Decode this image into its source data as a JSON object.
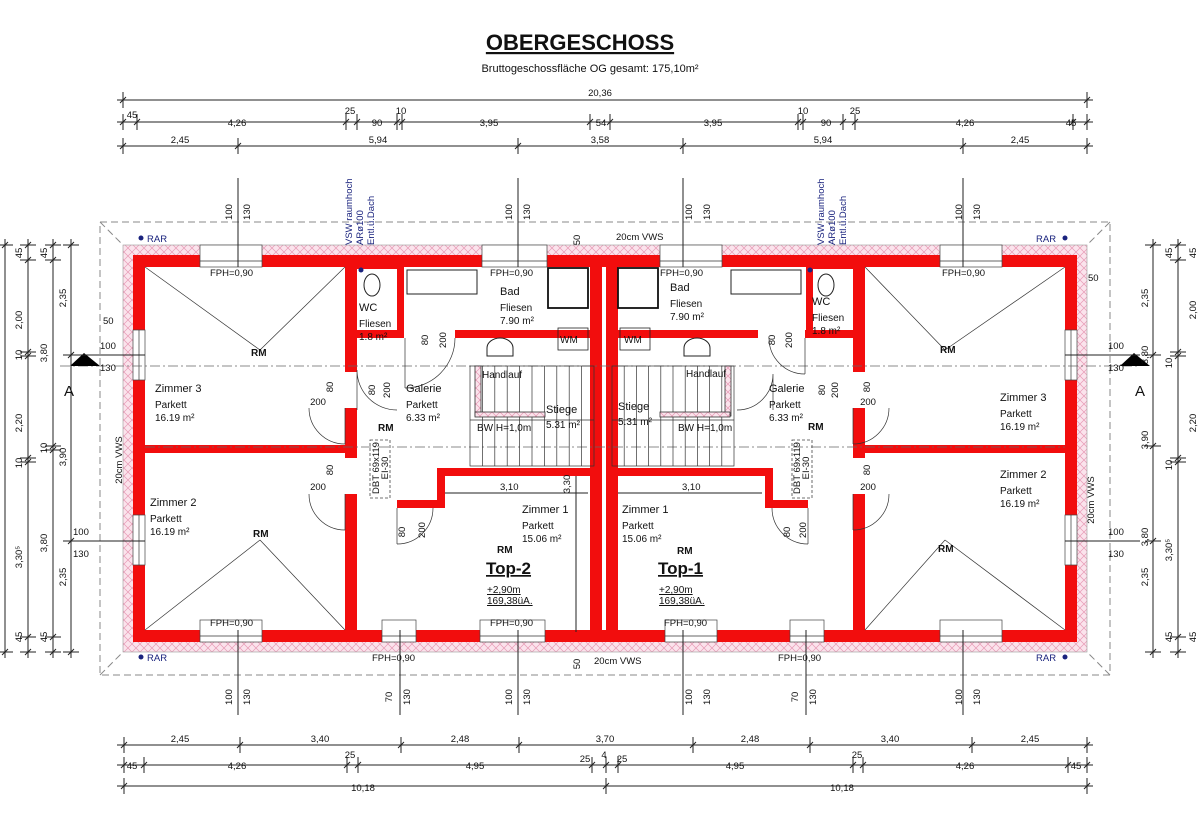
{
  "title": "OBERGESCHOSS",
  "subtitle": "Bruttogeschossfläche OG gesamt: 175,10m²",
  "colors": {
    "wall": "#f20d0d",
    "insulation": "#f4c6d6",
    "annotation": "#1a237e"
  },
  "dimensions": {
    "top_total": "20,36",
    "top_row2": [
      "45",
      "4,26",
      "25",
      "90",
      "10",
      "3,95",
      "54",
      "3,95",
      "10",
      "90",
      "25",
      "4,26",
      "45"
    ],
    "top_row3": [
      "2,45",
      "5,94",
      "3,58",
      "5,94",
      "2,45"
    ],
    "bottom_row1": [
      "2,45",
      "3,40",
      "2,48",
      "3,70",
      "2,48",
      "3,40",
      "2,45"
    ],
    "bottom_row2": [
      "45",
      "4,26",
      "25",
      "4,95",
      "25",
      "4",
      "25",
      "4,95",
      "25",
      "4,26",
      "45"
    ],
    "bottom_row3": [
      "10,18",
      "10,18"
    ],
    "left_a": [
      "45",
      "2,00",
      "10",
      "2,20",
      "10",
      "3,30⁵",
      "45"
    ],
    "left_b": [
      "45",
      "3,80",
      "10",
      "3,80",
      "45"
    ],
    "left_c": [
      "2,35",
      "3,90",
      "2,35"
    ],
    "right_c": [
      "2,35",
      "3,80",
      "3,90",
      "3,80",
      "2,35"
    ],
    "right_b_inner": [
      "45",
      "10",
      "10",
      "3,30⁵",
      "45"
    ],
    "right_b_outer": [
      "45",
      "2,00",
      "2,20",
      "45"
    ]
  },
  "openings": {
    "w100": "100",
    "w130": "130",
    "w70": "70",
    "d80": "80",
    "d200": "200",
    "s50": "50"
  },
  "annotations": {
    "rar": "RAR",
    "vws": "20cm VWS",
    "fph": "FPH=0,90",
    "vsw": [
      "VSW raumhoch",
      "ARø100",
      "Entl.ü.Dach"
    ],
    "section": "A",
    "door_fire": [
      "DBT 69x119",
      "EI-30"
    ],
    "rm": "RM",
    "stair_dims": [
      "3,10",
      "3,30"
    ]
  },
  "units": {
    "top2": {
      "name": "Top-2",
      "level": "+2,90m",
      "area": "169,38üA.",
      "zimmer3": {
        "name": "Zimmer 3",
        "floor": "Parkett",
        "area": "16.19 m²"
      },
      "zimmer2": {
        "name": "Zimmer 2",
        "floor": "Parkett",
        "area": "16.19 m²"
      },
      "zimmer1": {
        "name": "Zimmer  1",
        "floor": "Parkett",
        "area": "15.06 m²"
      },
      "wc": {
        "name": "WC",
        "floor": "Fliesen",
        "area": "1.8 m²"
      },
      "bad": {
        "name": "Bad",
        "floor": "Fliesen",
        "area": "7.90 m²"
      },
      "wm": "WM",
      "galerie": {
        "name": "Galerie",
        "floor": "Parkett",
        "area": "6.33 m²"
      },
      "stiege": {
        "name": "Stiege",
        "area": "5.31 m²",
        "handlauf": "Handlauf",
        "bw": "BW H=1,0m"
      }
    },
    "top1": {
      "name": "Top-1",
      "level": "+2,90m",
      "area": "169,38üA.",
      "zimmer3": {
        "name": "Zimmer 3",
        "floor": "Parkett",
        "area": "16.19 m²"
      },
      "zimmer2": {
        "name": "Zimmer 2",
        "floor": "Parkett",
        "area": "16.19 m²"
      },
      "zimmer1": {
        "name": "Zimmer 1",
        "floor": "Parkett",
        "area": "15.06 m²"
      },
      "wc": {
        "name": "WC",
        "floor": "Fliesen",
        "area": "1.8 m²"
      },
      "bad": {
        "name": "Bad",
        "floor": "Fliesen",
        "area": "7.90 m²"
      },
      "wm": "WM",
      "galerie": {
        "name": "Galerie",
        "floor": "Parkett",
        "area": "6.33 m²"
      },
      "stiege": {
        "name": "Stiege",
        "area": "5.31 m²",
        "handlauf": "Handlauf",
        "bw": "BW H=1,0m"
      }
    }
  }
}
